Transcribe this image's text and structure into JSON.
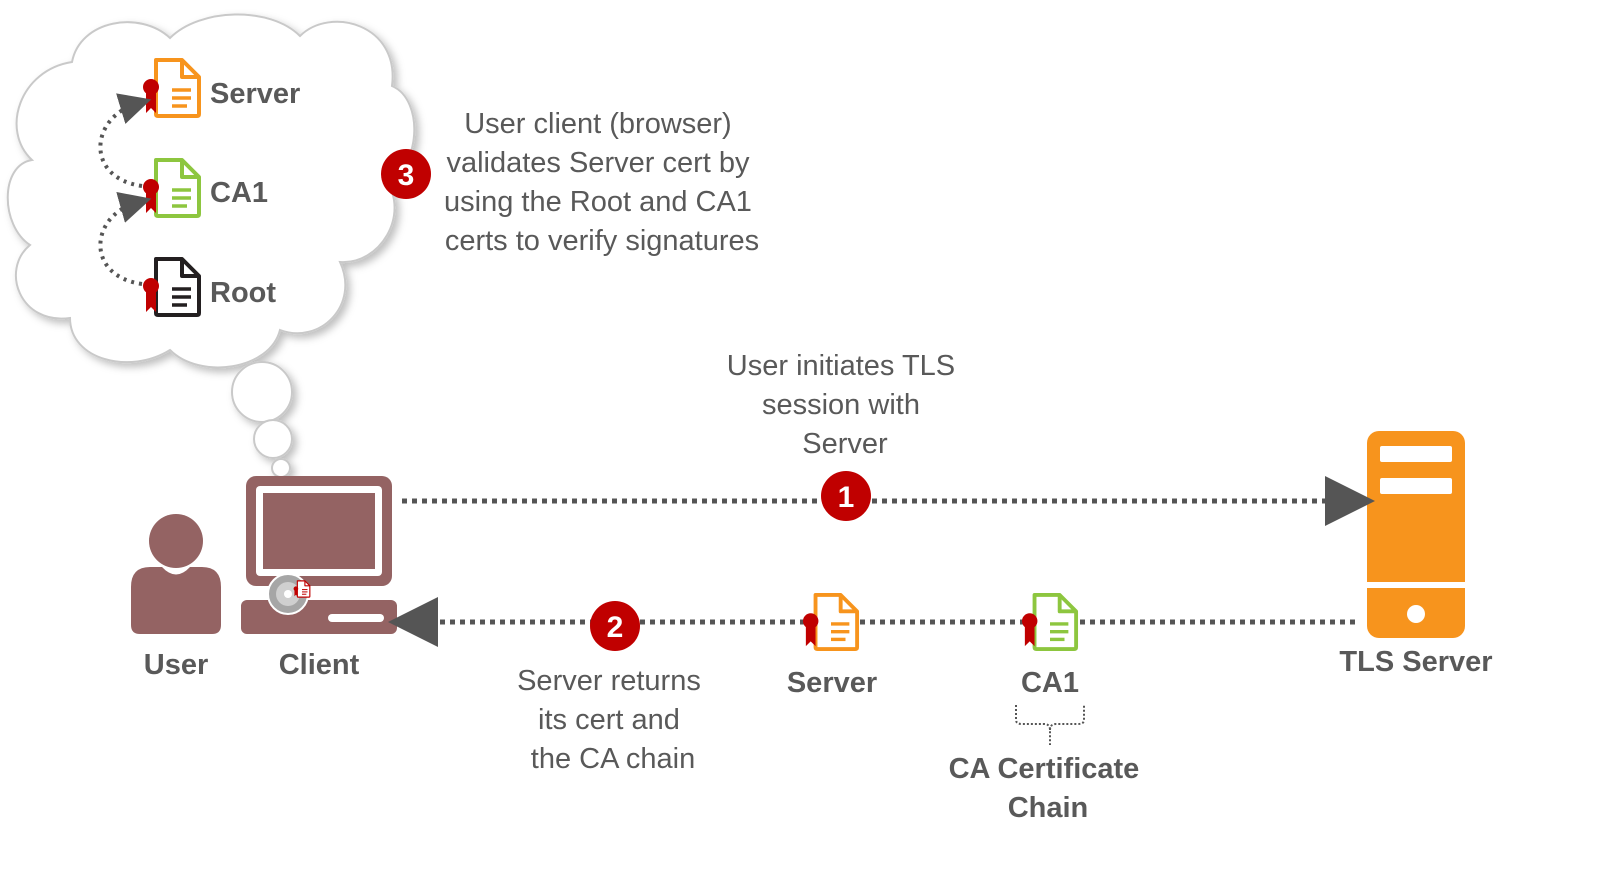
{
  "cloud": {
    "certs": [
      {
        "label": "Server",
        "color": "#f7941d"
      },
      {
        "label": "CA1",
        "color": "#8dc63f"
      },
      {
        "label": "Root",
        "color": "#231f20"
      }
    ]
  },
  "steps": [
    {
      "number": "1",
      "lines": [
        "User initiates TLS",
        "session with",
        "Server"
      ]
    },
    {
      "number": "2",
      "lines": [
        "Server returns",
        "its cert and",
        "the CA chain"
      ]
    },
    {
      "number": "3",
      "lines": [
        "User client (browser)",
        "validates Server cert by",
        "using the Root and CA1",
        "certs to verify signatures"
      ]
    }
  ],
  "actors": {
    "user_label": "User",
    "client_label": "Client",
    "server_label": "TLS Server"
  },
  "chain": {
    "server_cert_label": "Server",
    "ca1_cert_label": "CA1",
    "chain_label_lines": [
      "CA Certificate",
      "Chain"
    ]
  },
  "colors": {
    "badge_red": "#c00000",
    "ribbon_red": "#c00000",
    "client_mauve": "#946363",
    "server_orange": "#f7941d",
    "ca_green": "#8dc63f",
    "root_black": "#231f20",
    "arrow_gray": "#555555",
    "text_gray": "#595959"
  }
}
